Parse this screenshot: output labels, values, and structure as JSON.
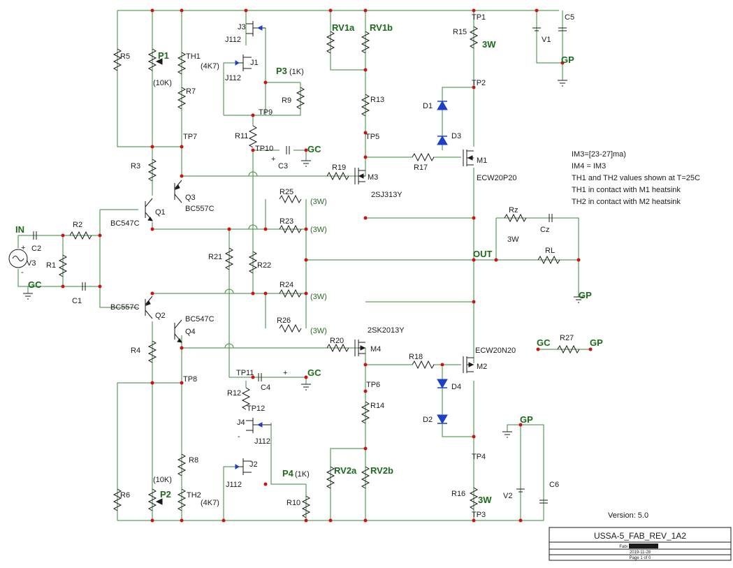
{
  "title_block": {
    "name": "USSA-5_FAB_REV_1A2",
    "author": "Fabi",
    "date": "2019-11-28",
    "page": "Page 1 of 0"
  },
  "version": "Version: 5.0",
  "notes": [
    "IM3=[23-27]ma)",
    "IM4 = IM3",
    "TH1 and TH2 values shown at T=25C",
    "TH1 in contact with M1 heatsink",
    "TH2 in contact with M2 heatsink"
  ],
  "labels": {
    "tp1": "TP1",
    "tp2": "TP2",
    "tp3": "TP3",
    "tp4": "TP4",
    "tp5": "TP5",
    "tp6": "TP6",
    "tp7": "TP7",
    "tp8": "TP8",
    "tp9": "TP9",
    "tp10": "TP10",
    "tp11": "TP11",
    "tp12": "TP12",
    "r1": "R1",
    "r2": "R2",
    "r3": "R3",
    "r4": "R4",
    "r5": "R5",
    "r6": "R6",
    "r7": "R7",
    "r8": "R8",
    "r9": "R9",
    "r10": "R10",
    "r11": "R11",
    "r12": "R12",
    "r13": "R13",
    "r14": "R14",
    "r15": "R15",
    "r16": "R16",
    "r17": "R17",
    "r18": "R18",
    "r19": "R19",
    "r20": "R20",
    "r21": "R21",
    "r22": "R22",
    "r23": "R23",
    "r24": "R24",
    "r25": "R25",
    "r26": "R26",
    "r27": "R27",
    "rz": "Rz",
    "rl": "RL",
    "c1": "C1",
    "c2": "C2",
    "c3": "C3",
    "c4": "C4",
    "c5": "C5",
    "c6": "C6",
    "cz": "Cz",
    "v1": "V1",
    "v2": "V2",
    "v3": "V3",
    "d1": "D1",
    "d2": "D2",
    "d3": "D3",
    "d4": "D4",
    "q1": "Q1",
    "q2": "Q2",
    "q3": "Q3",
    "q4": "Q4",
    "q1_type": "BC547C",
    "q2_type": "BC557C",
    "q3_type": "BC557C",
    "q4_type": "BC547C",
    "m1": "M1",
    "m2": "M2",
    "m3": "M3",
    "m4": "M4",
    "m1_type": "ECW20P20",
    "m2_type": "ECW20N20",
    "m3_type": "2SJ313Y",
    "m4_type": "2SK2013Y",
    "j1": "J1",
    "j2": "J2",
    "j3": "J3",
    "j4": "J4",
    "j112": "J112",
    "th1": "TH1",
    "th2": "TH2",
    "th_val": "(4K7)",
    "p1": "P1",
    "p2": "P2",
    "p_val": "(10K)",
    "p3": "P3",
    "p4": "P4",
    "p34_val": "(1K)",
    "rv1a": "RV1a",
    "rv1b": "RV1b",
    "rv2a": "RV2a",
    "rv2b": "RV2b",
    "w3": "3W",
    "w3p": "(3W)",
    "in": "IN",
    "out": "OUT",
    "gc": "GC",
    "gp": "GP",
    "plus": "+",
    "minus": "-"
  },
  "colors": {
    "wire": "#3a8a3a",
    "component": "#1a1a1a",
    "diode": "#1e3fc8",
    "junction": "#d01010",
    "net_label": "#1a6a1a"
  }
}
